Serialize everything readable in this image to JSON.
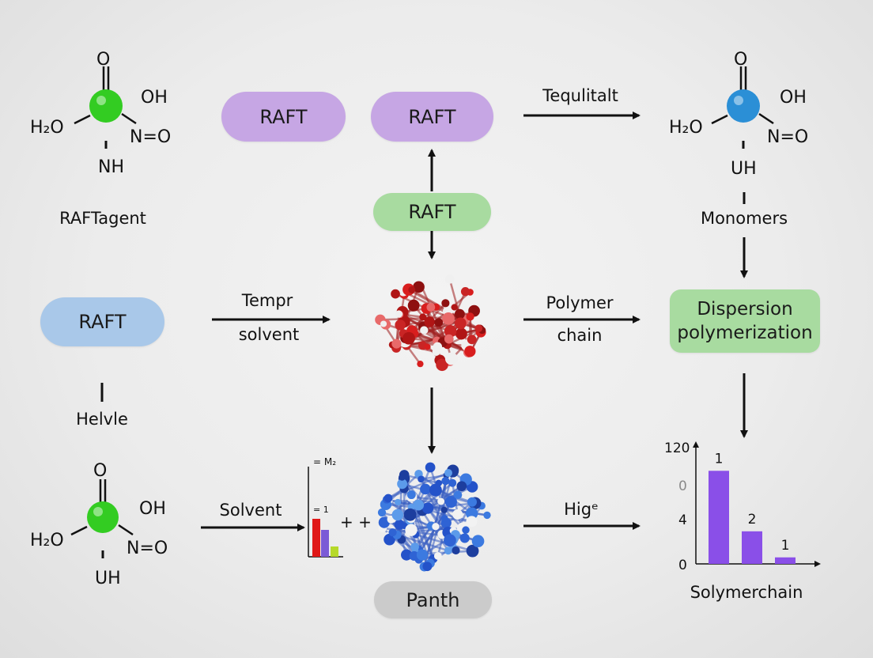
{
  "colors": {
    "purple_pill": "#c6a6e4",
    "green_pill": "#a8dba0",
    "blue_pill": "#a9c8e9",
    "gray_pill": "#cbcbcb",
    "green_atom": "#33cc22",
    "blue_atom": "#2b8fd6",
    "bar_purple": "#8a4fe8",
    "red_bar": "#e01818",
    "violet_bar": "#7b5ad6",
    "lime_bar": "#b6d92a"
  },
  "molecule_top_left": {
    "o_top": "O",
    "oh": "OH",
    "h2o": "H₂O",
    "no": "N=O",
    "nh": "NH"
  },
  "molecule_top_right": {
    "o_top": "O",
    "oh": "OH",
    "h2o": "H₂O",
    "no": "N=O",
    "uh": "UH"
  },
  "molecule_bottom_left": {
    "o_top": "O",
    "oh": "OH",
    "h2o": "H₂O",
    "no": "N=O",
    "uh": "UH"
  },
  "labels": {
    "raft_agent": "RAFTagent",
    "helvle": "Helvle",
    "monomers": "Monomers",
    "tequilitalt": "Tequlitalt",
    "tempr": "Tempr",
    "solvent_mid": "solvent",
    "polymer": "Polymer",
    "chain": "chain",
    "solvent_bottom": "Solvent",
    "hig": "Higᵉ",
    "plus": "+ +"
  },
  "pills": {
    "raft_top_left": "RAFT",
    "raft_top_center": "RAFT",
    "raft_middle_green": "RAFT",
    "raft_left_blue": "RAFT",
    "dispersion_line1": "Dispersion",
    "dispersion_line2": "polymerization",
    "panth": "Panth"
  },
  "mini_chart": {
    "label_top": "= M₂",
    "label_one": "= 1"
  },
  "chart_data": {
    "type": "bar",
    "title": "",
    "xlabel": "Solymerchain",
    "ylabel": "",
    "y_tick_labels": [
      "120",
      "0",
      "4",
      "0"
    ],
    "categories": [
      "",
      "",
      ""
    ],
    "values": [
      100,
      35,
      7
    ],
    "ylim": [
      0,
      130
    ],
    "bar_labels": [
      "1",
      "2",
      "1"
    ]
  }
}
